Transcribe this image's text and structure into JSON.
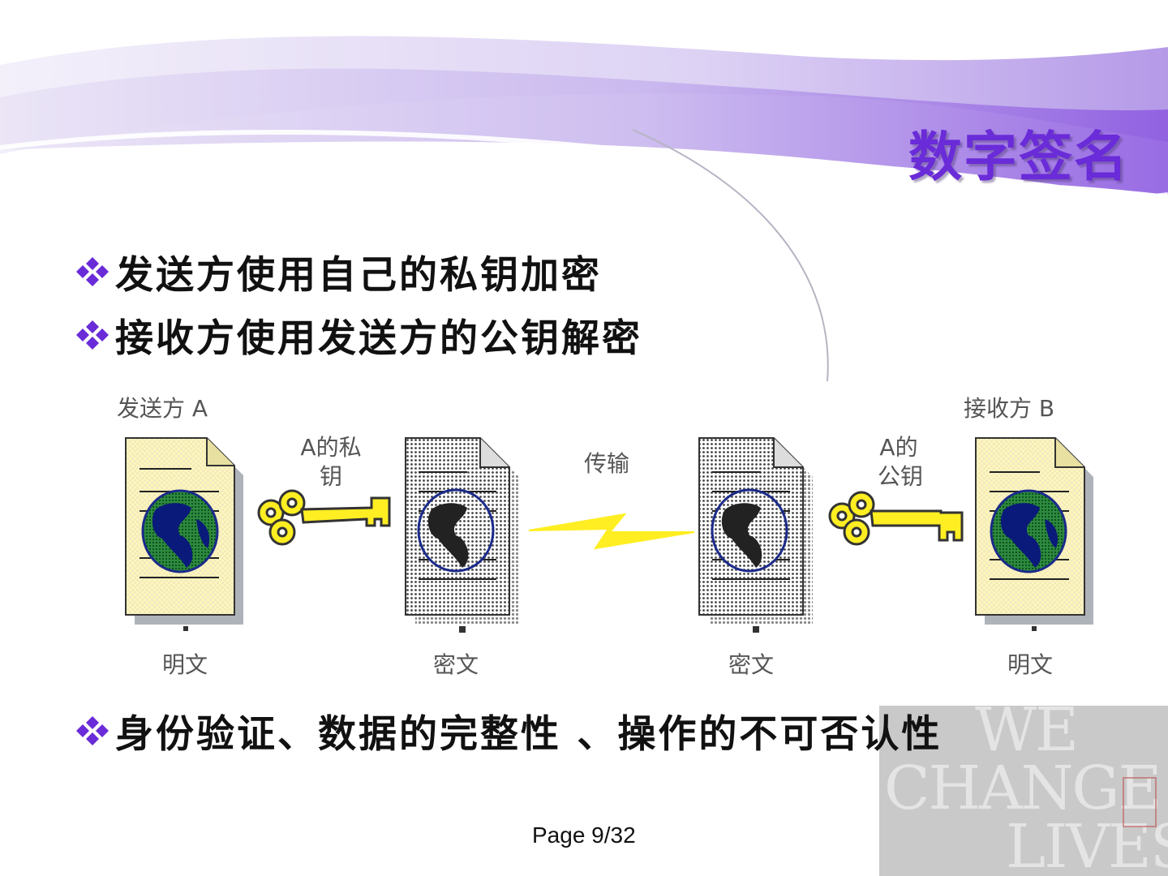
{
  "slide": {
    "title": "数字签名",
    "bullets": [
      "发送方使用自己的私钥加密",
      "接收方使用发送方的公钥解密",
      "身份验证、数据的完整性 、操作的不可否认性"
    ],
    "page": "Page 9/32"
  },
  "diagram": {
    "sender": "发送方 A",
    "receiver": "接收方 B",
    "private_key_line1": "A的私",
    "private_key_line2": "钥",
    "transfer": "传输",
    "public_key_line1": "A的",
    "public_key_line2": "公钥",
    "plaintext": "明文",
    "ciphertext": "密文"
  },
  "watermark": {
    "line1": "WE",
    "line2": "CHANGE",
    "line3": "LIVES"
  },
  "colors": {
    "title": "#6a2bd8",
    "accent_purple": "#a68be6",
    "bullet_diamond": "#6a2bd8",
    "key": "#ffee22",
    "plain_doc": "#fff8c8"
  },
  "icons": [
    "diamond-bullet-icon",
    "document-icon",
    "globe-icon",
    "key-icon",
    "lightning-icon"
  ]
}
